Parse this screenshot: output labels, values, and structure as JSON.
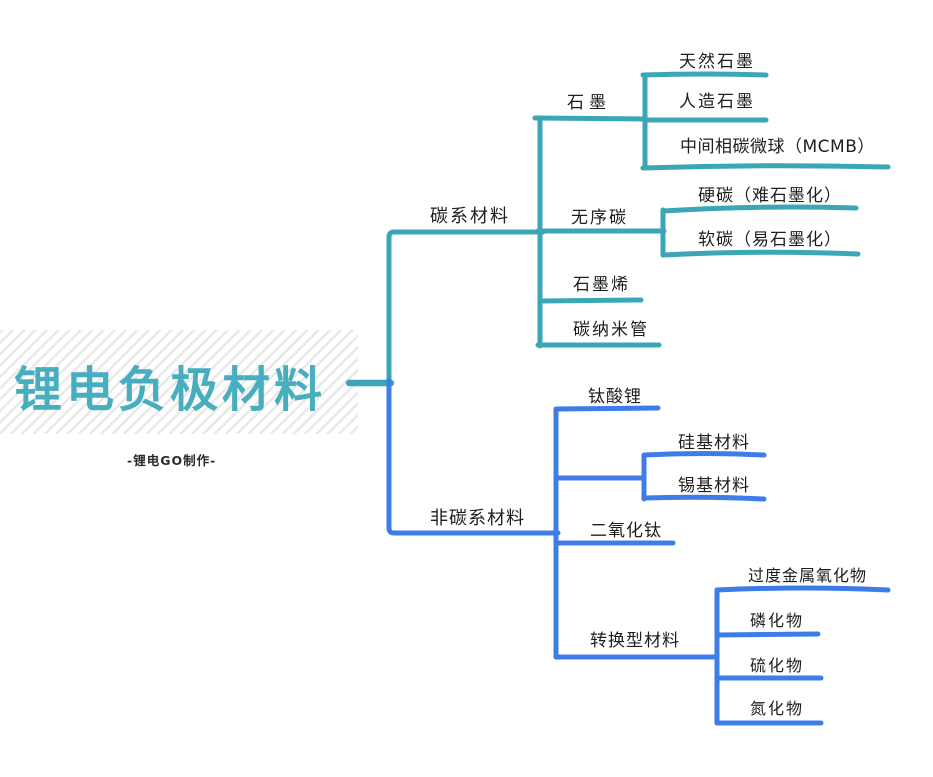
{
  "colors": {
    "branch_teal": "#3BA6B5",
    "branch_blue": "#3E7CE8",
    "root_text": "#47AEC0",
    "label_text": "#1E1E1E",
    "stripe": "#E9E9E9"
  },
  "root": {
    "label": "锂电负极材料",
    "credit": "-锂电GO制作-"
  },
  "branches": [
    {
      "label": "碳系材料",
      "children": [
        {
          "label": "石墨",
          "children": [
            {
              "label": "天然石墨"
            },
            {
              "label": "人造石墨"
            },
            {
              "label": "中间相碳微球（MCMB）"
            }
          ]
        },
        {
          "label": "无序碳",
          "children": [
            {
              "label": "硬碳（难石墨化）"
            },
            {
              "label": "软碳（易石墨化）"
            }
          ]
        },
        {
          "label": "石墨烯"
        },
        {
          "label": "碳纳米管"
        }
      ]
    },
    {
      "label": "非碳系材料",
      "children": [
        {
          "label": "钛酸锂"
        },
        {
          "label": "",
          "children": [
            {
              "label": "硅基材料"
            },
            {
              "label": "锡基材料"
            }
          ]
        },
        {
          "label": "二氧化钛"
        },
        {
          "label": "转换型材料",
          "children": [
            {
              "label": "过度金属氧化物"
            },
            {
              "label": "磷化物"
            },
            {
              "label": "硫化物"
            },
            {
              "label": "氮化物"
            }
          ]
        }
      ]
    }
  ]
}
